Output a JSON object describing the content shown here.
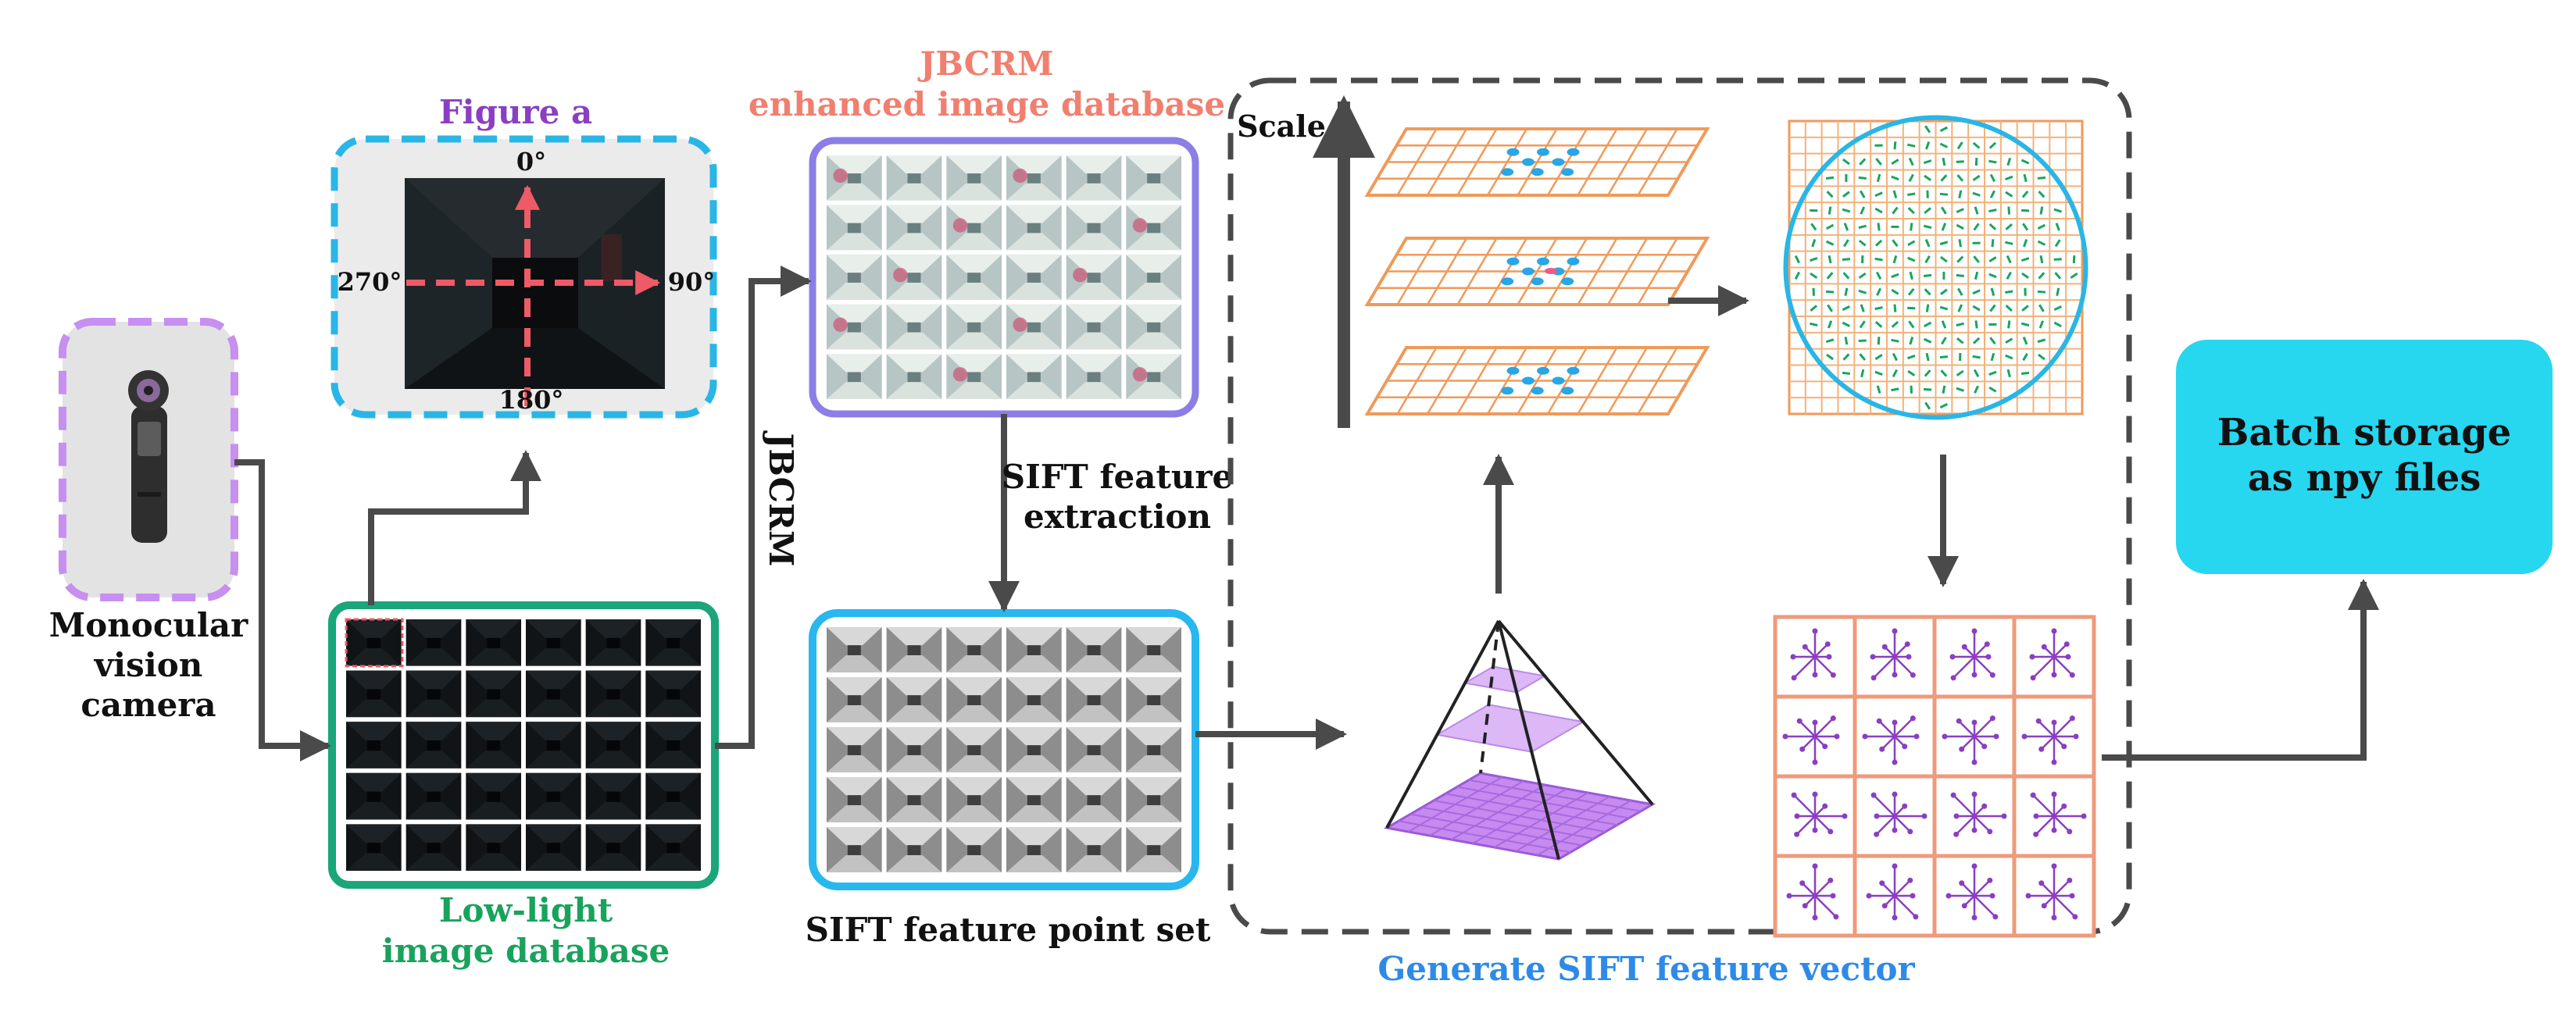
{
  "camera": {
    "label_lines": [
      "Monocular",
      "vision",
      "camera"
    ]
  },
  "figure_a": {
    "title": "Figure a",
    "angles": {
      "top": "0°",
      "right": "90°",
      "bottom": "180°",
      "left": "270°"
    }
  },
  "lowlight_db": {
    "label_lines": [
      "Low-light",
      "image database"
    ],
    "rows": 5,
    "cols": 6
  },
  "jbcrm_arrow_label": "JBCRM",
  "enhanced_db": {
    "title_lines": [
      "JBCRM",
      "enhanced image database"
    ],
    "rows": 5,
    "cols": 6
  },
  "sift_extraction_label_lines": [
    "SIFT feature",
    "extraction"
  ],
  "sift_point_set": {
    "label": "SIFT feature point set",
    "rows": 5,
    "cols": 6
  },
  "sift_vector": {
    "scale_label": "Scale",
    "caption": "Generate SIFT feature vector",
    "descriptor_grid": 4
  },
  "batch": {
    "label_lines": [
      "Batch storage",
      "as npy files"
    ]
  },
  "colors": {
    "purple_dash": "#c78ff0",
    "teal": "#1aa57a",
    "blue_dash": "#29b6e6",
    "lavender": "#8c7ee6",
    "sky": "#28b7ef",
    "salmon": "#f17f6f",
    "orange_grid": "#ef9a5a",
    "batch_fill": "#27d6ef",
    "purple_text": "#8a3fc2",
    "green_text": "#18a35c",
    "blue_text": "#2e8ae6",
    "arrow": "#4a4a4a"
  }
}
